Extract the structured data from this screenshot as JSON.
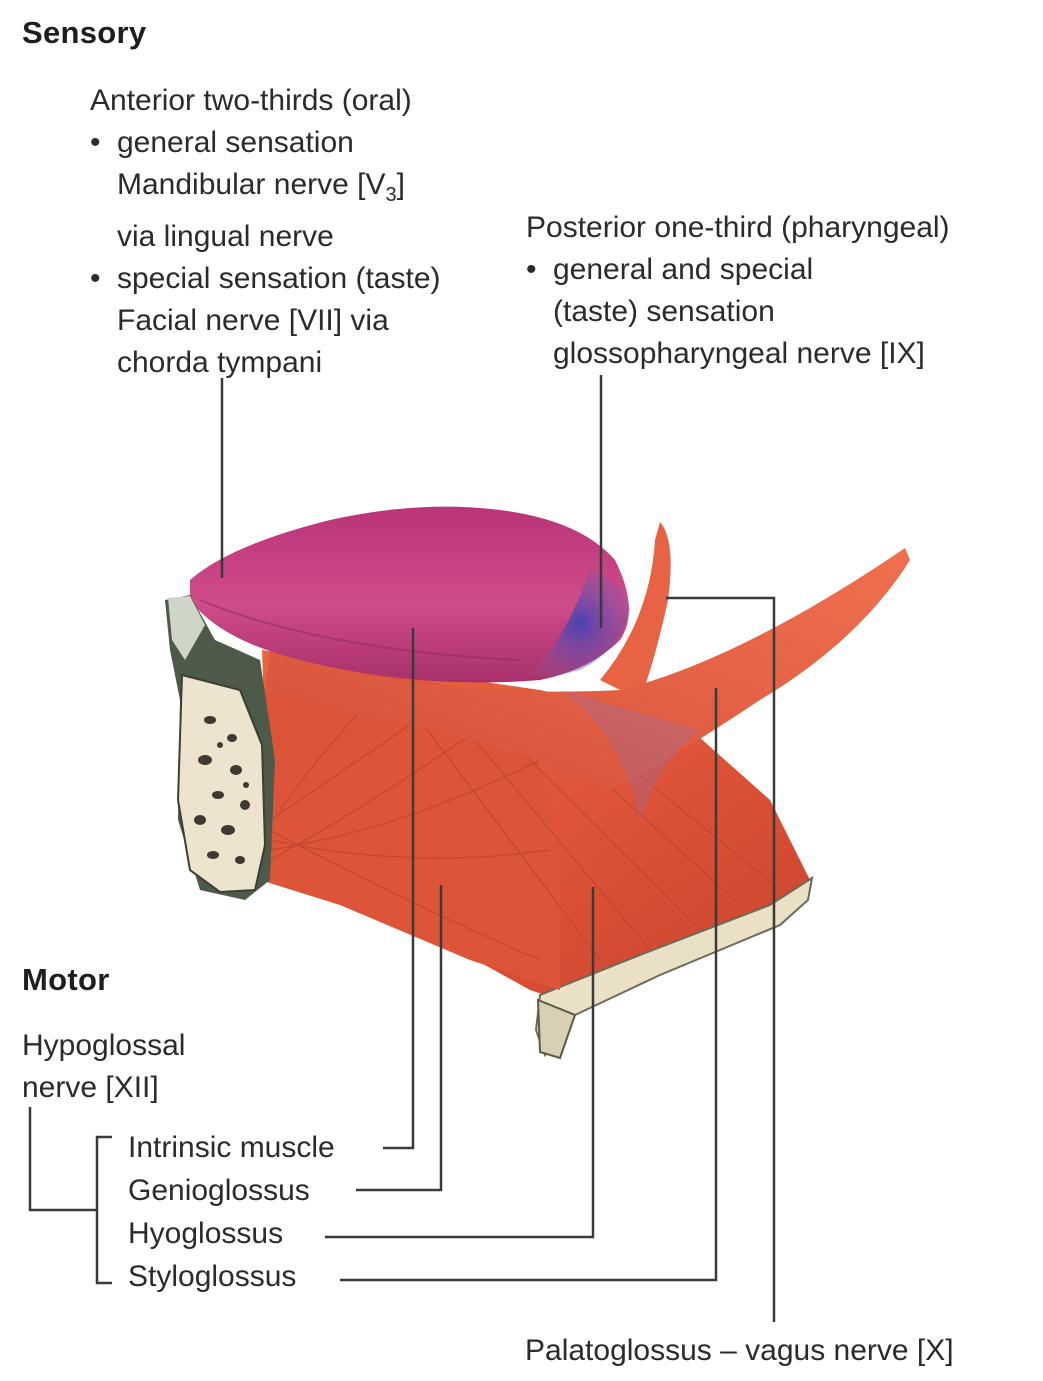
{
  "sensory": {
    "heading": "Sensory",
    "anterior": {
      "title": "Anterior two-thirds (oral)",
      "general_bullet": "general sensation",
      "general_nerve": "Mandibular nerve [V3]",
      "general_via": "via lingual nerve",
      "special_bullet": "special sensation (taste)",
      "special_nerve": "Facial nerve [VII] via",
      "special_via": "chorda tympani"
    },
    "posterior": {
      "title": "Posterior one-third (pharyngeal)",
      "bullet": "general and special",
      "line2": "(taste) sensation",
      "nerve": "glossopharyngeal nerve [IX]"
    }
  },
  "motor": {
    "heading": "Motor",
    "nerve_line1": "Hypoglossal",
    "nerve_line2": "nerve [XII]",
    "muscles": [
      "Intrinsic muscle",
      "Genioglossus",
      "Hyoglossus",
      "Styloglossus"
    ],
    "palatoglossus": "Palatoglossus – vagus nerve [X]"
  },
  "colors": {
    "tongue_dorsum": "#c4407f",
    "posterior_tongue": "#5b49b5",
    "muscle": "#e0553a",
    "bone": "#ece4cf",
    "leader_line": "#3a3a3a"
  }
}
